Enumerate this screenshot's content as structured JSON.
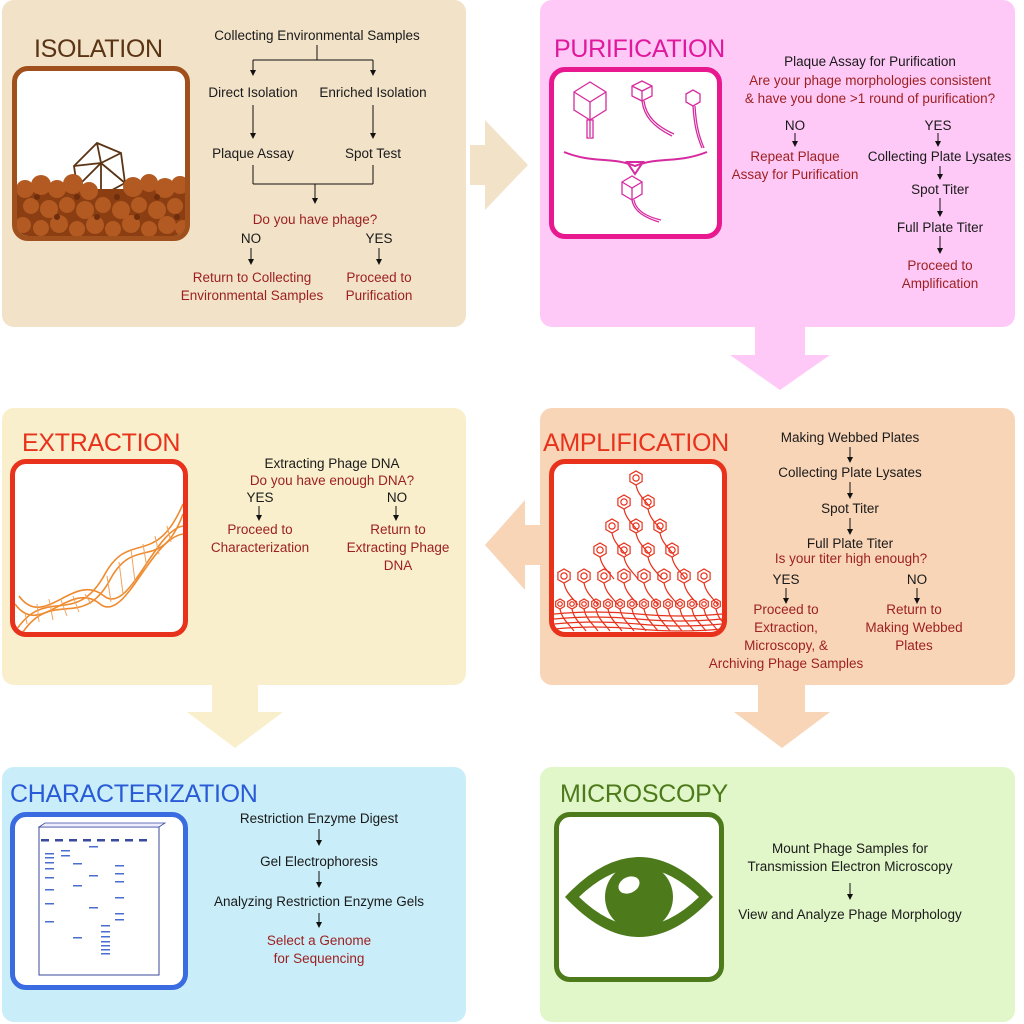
{
  "colors": {
    "isolation_bg": "#f1e2c8",
    "purification_bg": "#fec9f7",
    "extraction_bg": "#f9efcc",
    "amplification_bg": "#f9d5b7",
    "characterization_bg": "#c9eef9",
    "microscopy_bg": "#e1f7c9",
    "question_text": "#9c1f1f"
  },
  "isolation": {
    "title": "ISOLATION",
    "icon": "soil-phage-icon",
    "collecting": "Collecting Environmental Samples",
    "direct": "Direct Isolation",
    "enriched": "Enriched Isolation",
    "plaque_assay": "Plaque Assay",
    "spot_test": "Spot Test",
    "question": "Do you have phage?",
    "no": "NO",
    "yes": "YES",
    "no_action": [
      "Return to Collecting",
      "Environmental Samples"
    ],
    "yes_action": [
      "Proceed to",
      "Purification"
    ]
  },
  "purification": {
    "title": "PURIFICATION",
    "icon": "phage-morphology-icon",
    "step": "Plaque Assay for Purification",
    "question": [
      "Are your phage morphologies consistent",
      "& have you done >1 round of purification?"
    ],
    "no": "NO",
    "yes": "YES",
    "no_action": [
      "Repeat Plaque",
      "Assay for Purification"
    ],
    "yes_steps": [
      "Collecting Plate Lysates",
      "Spot Titer",
      "Full Plate Titer"
    ],
    "yes_action": [
      "Proceed to",
      "Amplification"
    ]
  },
  "extraction": {
    "title": "EXTRACTION",
    "icon": "dna-helix-icon",
    "step": "Extracting Phage DNA",
    "question": "Do you have enough DNA?",
    "yes": "YES",
    "no": "NO",
    "yes_action": [
      "Proceed to",
      "Characterization"
    ],
    "no_action": [
      "Return to",
      "Extracting Phage",
      "DNA"
    ]
  },
  "amplification": {
    "title": "AMPLIFICATION",
    "icon": "phage-pyramid-icon",
    "steps": [
      "Making Webbed Plates",
      "Collecting Plate Lysates",
      "Spot Titer",
      "Full Plate Titer"
    ],
    "question": "Is your titer high enough?",
    "yes": "YES",
    "no": "NO",
    "yes_action": [
      "Proceed to",
      "Extraction,",
      "Microscopy, &",
      "Archiving Phage Samples"
    ],
    "no_action": [
      "Return to",
      "Making Webbed",
      "Plates"
    ]
  },
  "characterization": {
    "title": "CHARACTERIZATION",
    "icon": "gel-electrophoresis-icon",
    "steps": [
      "Restriction Enzyme Digest",
      "Gel Electrophoresis",
      "Analyzing Restriction Enzyme Gels"
    ],
    "action": [
      "Select a Genome",
      "for Sequencing"
    ]
  },
  "microscopy": {
    "title": "MICROSCOPY",
    "icon": "eye-icon",
    "step": [
      "Mount Phage Samples for",
      "Transmission Electron Microscopy"
    ],
    "final": "View and Analyze Phage Morphology"
  }
}
